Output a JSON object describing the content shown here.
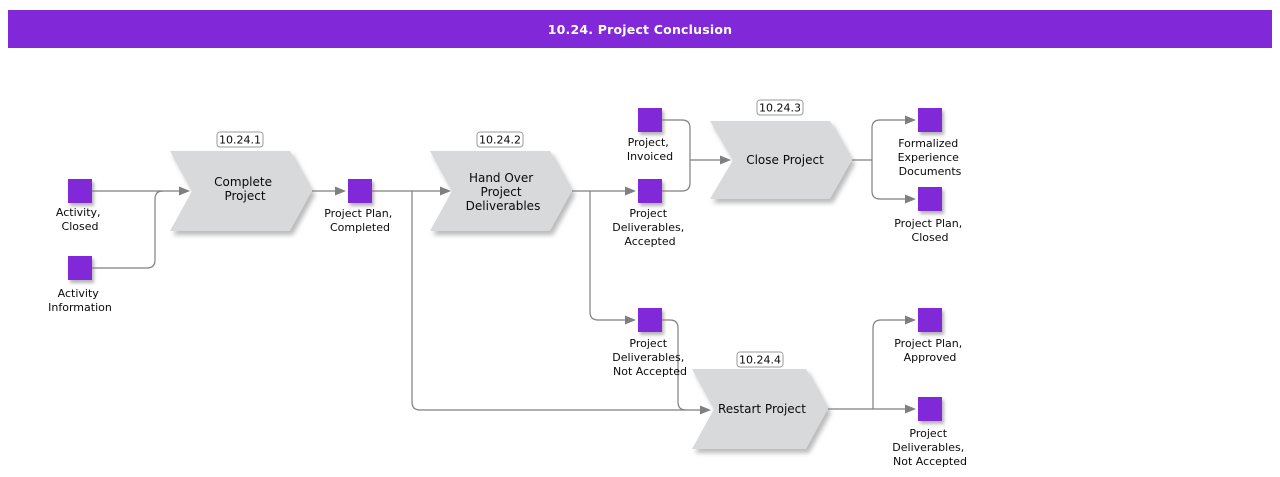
{
  "header": {
    "title": "10.24. Project Conclusion"
  },
  "colors": {
    "accent": "#8128d8",
    "line": "#7f7f7f",
    "shape": "#d8d9da",
    "page": "#ffffff",
    "text": "#0a0a0a",
    "tagborder": "#9a9a9a"
  },
  "processes": [
    {
      "id": "complete-project",
      "tag": "10.24.1",
      "lines": [
        "Complete",
        "Project"
      ]
    },
    {
      "id": "hand-over-project-deliverables",
      "tag": "10.24.2",
      "lines": [
        "Hand Over",
        "Project",
        "Deliverables"
      ]
    },
    {
      "id": "close-project",
      "tag": "10.24.3",
      "lines": [
        "Close Project"
      ]
    },
    {
      "id": "restart-project",
      "tag": "10.24.4",
      "lines": [
        "Restart Project"
      ]
    }
  ],
  "artifacts": [
    {
      "id": "activity-closed",
      "lines": [
        "Activity,",
        "Closed"
      ]
    },
    {
      "id": "activity-information",
      "lines": [
        "Activity",
        "Information"
      ]
    },
    {
      "id": "project-plan-completed",
      "lines": [
        "Project Plan,",
        "Completed"
      ]
    },
    {
      "id": "project-invoiced",
      "lines": [
        "Project,",
        "Invoiced"
      ]
    },
    {
      "id": "project-deliverables-accepted",
      "lines": [
        "Project",
        "Deliverables,",
        "Accepted"
      ]
    },
    {
      "id": "formalized-experience-documents",
      "lines": [
        "Formalized",
        "Experience",
        "Documents"
      ]
    },
    {
      "id": "project-plan-closed",
      "lines": [
        "Project Plan,",
        "Closed"
      ]
    },
    {
      "id": "project-deliverables-not-accepted",
      "lines": [
        "Project",
        "Deliverables,",
        "Not Accepted"
      ]
    },
    {
      "id": "project-plan-approved",
      "lines": [
        "Project Plan,",
        "Approved"
      ]
    },
    {
      "id": "project-deliverables-not-accepted-2",
      "lines": [
        "Project",
        "Deliverables,",
        "Not Accepted"
      ]
    }
  ]
}
